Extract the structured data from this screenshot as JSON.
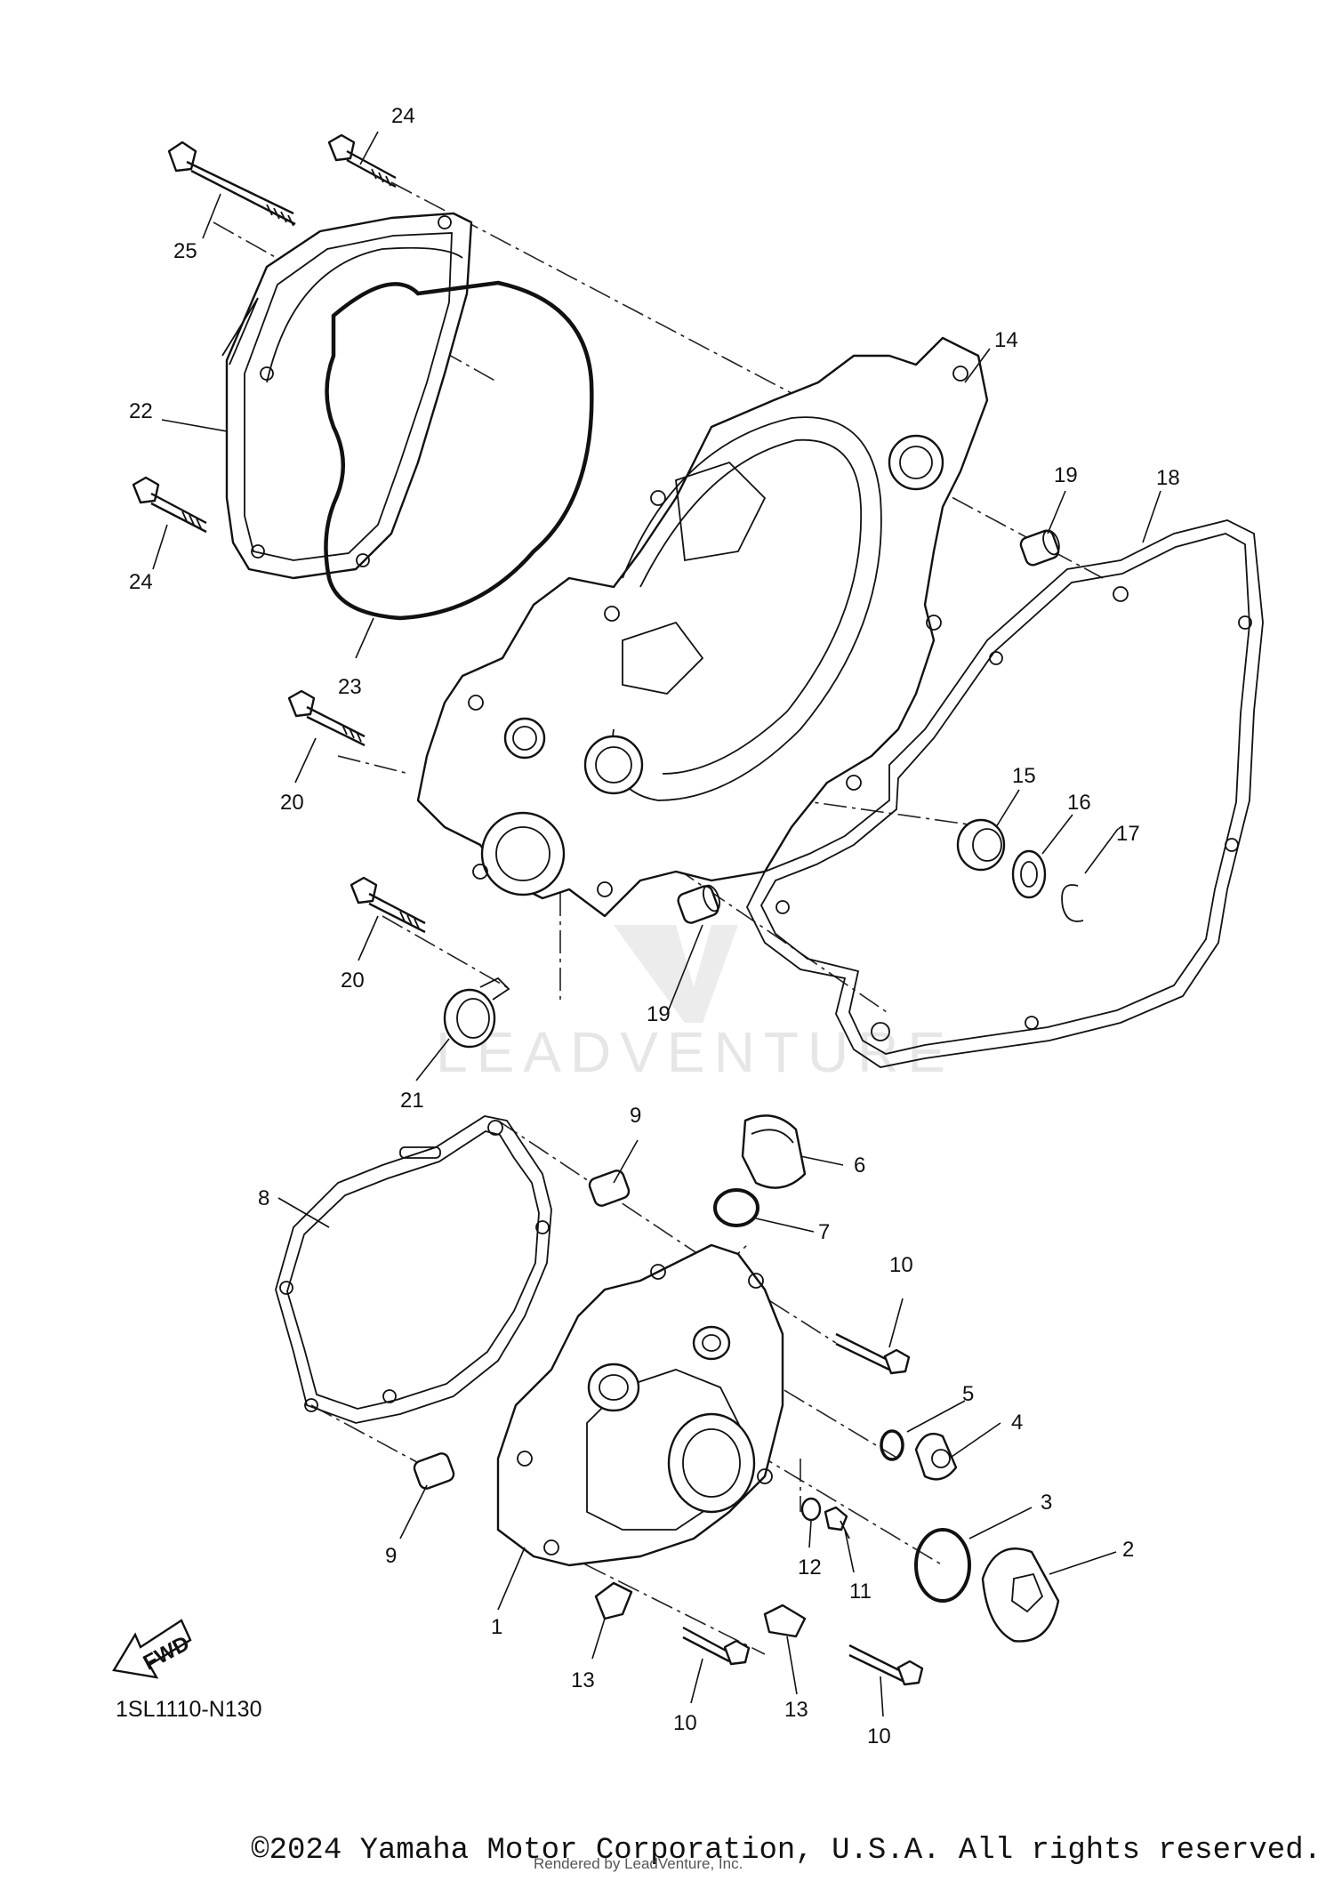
{
  "diagram": {
    "callouts": [
      {
        "id": "c1",
        "label": "1"
      },
      {
        "id": "c2",
        "label": "2"
      },
      {
        "id": "c3",
        "label": "3"
      },
      {
        "id": "c4",
        "label": "4"
      },
      {
        "id": "c5",
        "label": "5"
      },
      {
        "id": "c6",
        "label": "6"
      },
      {
        "id": "c7",
        "label": "7"
      },
      {
        "id": "c8",
        "label": "8"
      },
      {
        "id": "c9a",
        "label": "9"
      },
      {
        "id": "c9b",
        "label": "9"
      },
      {
        "id": "c10a",
        "label": "10"
      },
      {
        "id": "c10b",
        "label": "10"
      },
      {
        "id": "c10c",
        "label": "10"
      },
      {
        "id": "c11",
        "label": "11"
      },
      {
        "id": "c12",
        "label": "12"
      },
      {
        "id": "c13a",
        "label": "13"
      },
      {
        "id": "c13b",
        "label": "13"
      },
      {
        "id": "c14",
        "label": "14"
      },
      {
        "id": "c15",
        "label": "15"
      },
      {
        "id": "c16",
        "label": "16"
      },
      {
        "id": "c17",
        "label": "17"
      },
      {
        "id": "c18",
        "label": "18"
      },
      {
        "id": "c19a",
        "label": "19"
      },
      {
        "id": "c19b",
        "label": "19"
      },
      {
        "id": "c20a",
        "label": "20"
      },
      {
        "id": "c20b",
        "label": "20"
      },
      {
        "id": "c21",
        "label": "21"
      },
      {
        "id": "c22",
        "label": "22"
      },
      {
        "id": "c23",
        "label": "23"
      },
      {
        "id": "c24a",
        "label": "24"
      },
      {
        "id": "c24b",
        "label": "24"
      },
      {
        "id": "c25",
        "label": "25"
      }
    ],
    "fwd_label": "FWD",
    "reference_code": "1SL1110-N130",
    "watermark": "LEADVENTURE"
  },
  "footer": {
    "copyright": "©2024 Yamaha Motor Corporation, U.S.A. All rights reserved.",
    "rendered_by": "Rendered by LeadVenture, Inc."
  }
}
